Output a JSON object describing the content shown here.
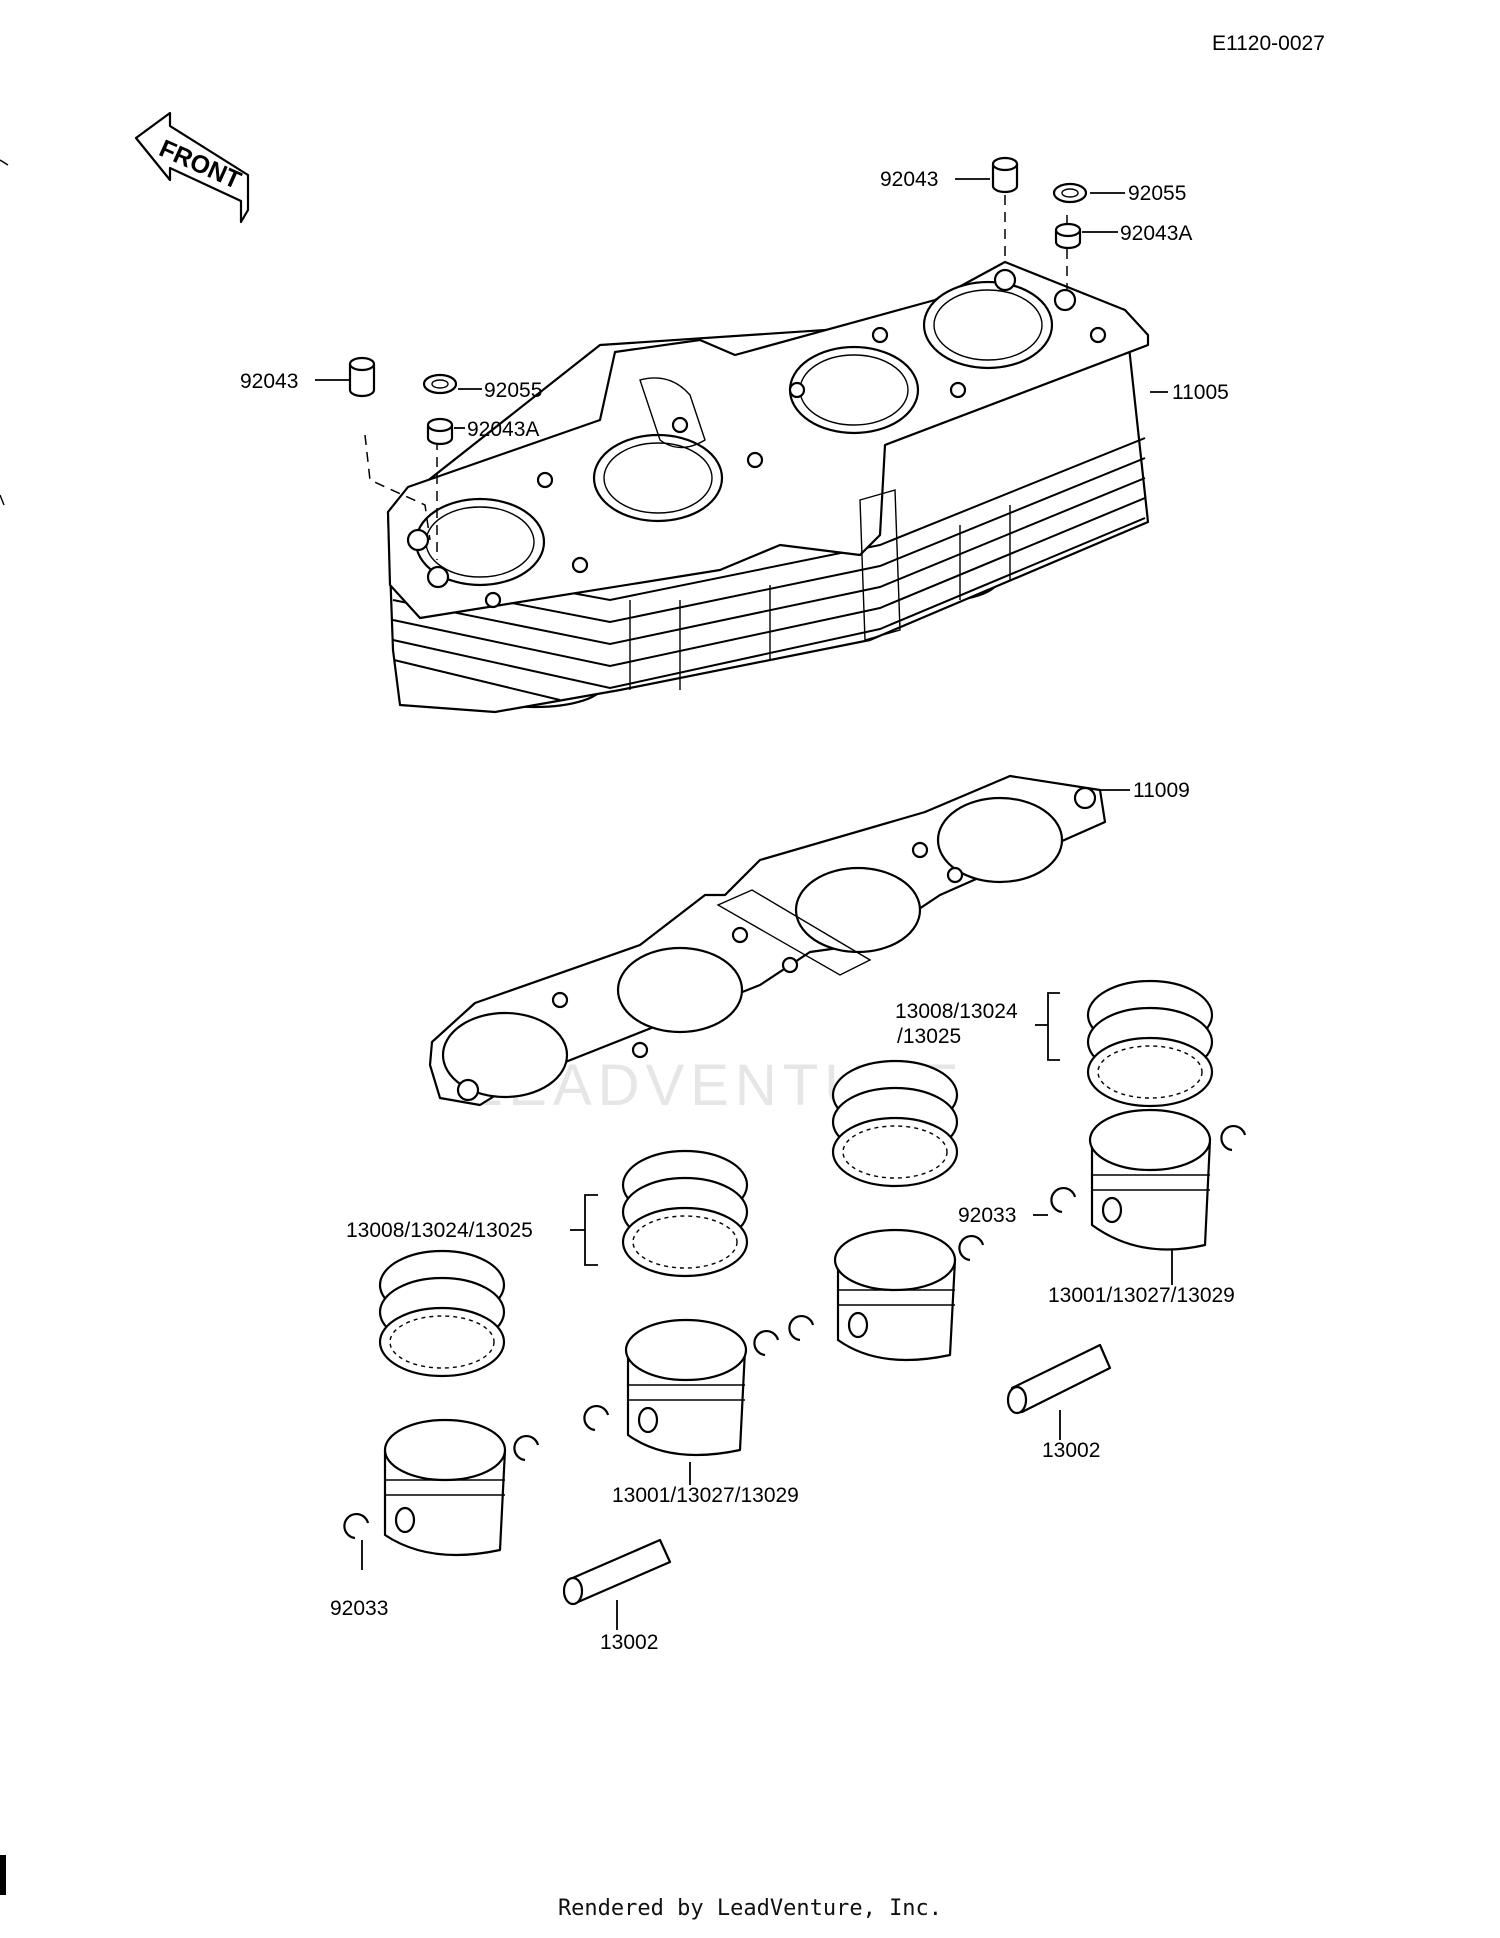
{
  "doc_code": "E1120-0027",
  "front_label": "FRONT",
  "watermark": "LEADVENTURE",
  "footer": "Rendered by LeadVenture, Inc.",
  "callouts": {
    "dowel_right": "92043",
    "oring_right": "92055",
    "dowel_a_right": "92043A",
    "dowel_left": "92043",
    "oring_left": "92055",
    "dowel_a_left": "92043A",
    "cylinder_block": "11005",
    "head_gasket": "11009",
    "rings_right_line1": "13008/13024",
    "rings_right_line2": "/13025",
    "rings_center": "13008/13024/13025",
    "circlip_right": "92033",
    "piston_right": "13001/13027/13029",
    "piston_pin_right": "13002",
    "piston_center": "13001/13027/13029",
    "circlip_left": "92033",
    "piston_pin_left": "13002"
  }
}
